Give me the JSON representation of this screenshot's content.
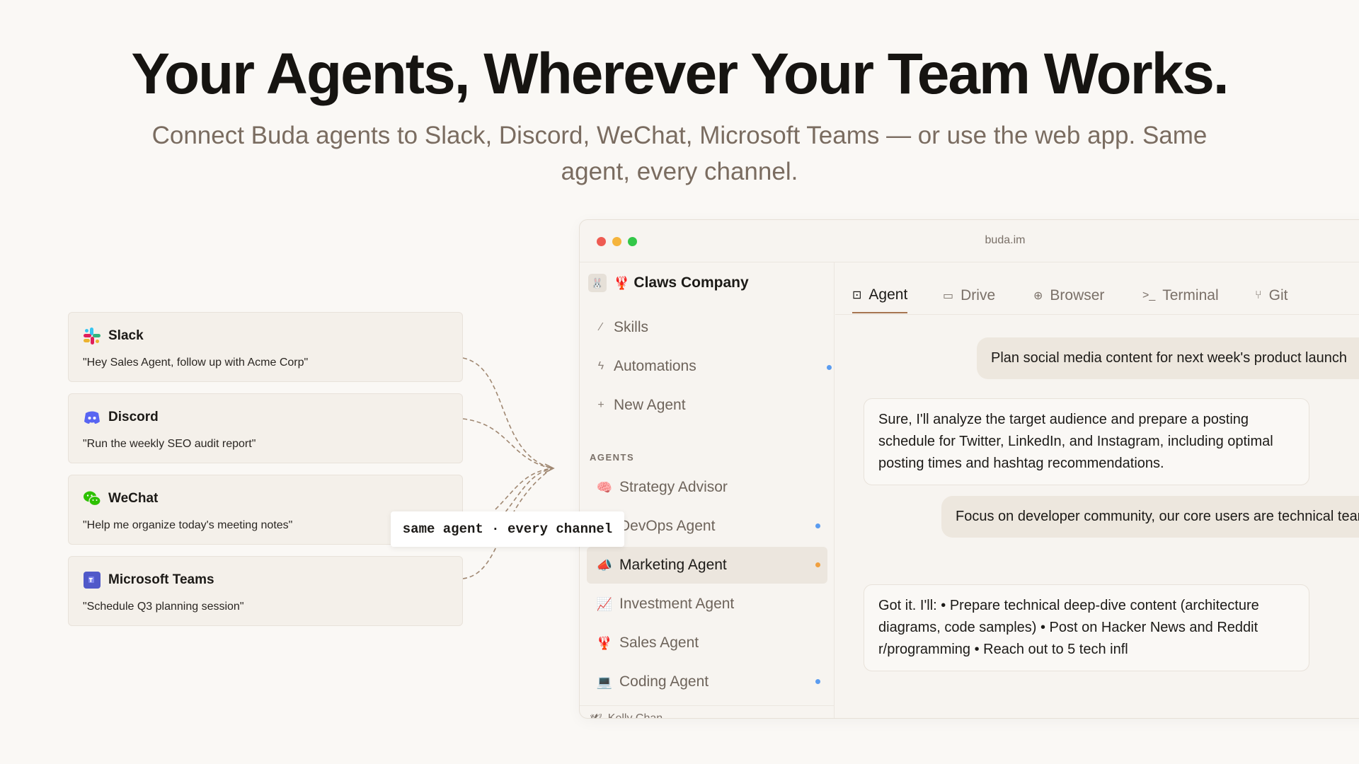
{
  "hero": {
    "title": "Your Agents, Wherever Your Team Works.",
    "subtitle_line1": "Connect Buda agents to Slack, Discord, WeChat, Microsoft Teams — or use the web app. Same",
    "subtitle_line2": "agent, every channel."
  },
  "channels": [
    {
      "name": "Slack",
      "message": "\"Hey Sales Agent, follow up with Acme Corp\"",
      "icon": "slack-icon"
    },
    {
      "name": "Discord",
      "message": "\"Run the weekly SEO audit report\"",
      "icon": "discord-icon"
    },
    {
      "name": "WeChat",
      "message": "\"Help me organize today's meeting notes\"",
      "icon": "wechat-icon"
    },
    {
      "name": "Microsoft Teams",
      "message": "\"Schedule Q3 planning session\"",
      "icon": "teams-icon"
    }
  ],
  "badge": {
    "text": "same agent · every channel"
  },
  "window": {
    "url": "buda.im",
    "org": {
      "emoji": "🦞",
      "name": "Claws Company"
    },
    "nav": [
      {
        "label": "Skills",
        "icon": "wand-icon"
      },
      {
        "label": "Automations",
        "icon": "lightning-icon"
      },
      {
        "label": "New Agent",
        "icon": "plus-icon"
      }
    ],
    "agents_label": "AGENTS",
    "agents": [
      {
        "emoji": "🧠",
        "label": "Strategy Advisor"
      },
      {
        "emoji": "⚙",
        "label": "DevOps Agent"
      },
      {
        "emoji": "📣",
        "label": "Marketing Agent"
      },
      {
        "emoji": "📈",
        "label": "Investment Agent"
      },
      {
        "emoji": "🦞",
        "label": "Sales Agent"
      },
      {
        "emoji": "💻",
        "label": "Coding Agent"
      }
    ],
    "user": {
      "name": "Kelly Chan"
    },
    "tabs": [
      {
        "label": "Agent",
        "icon": "robot-icon"
      },
      {
        "label": "Drive",
        "icon": "folder-icon"
      },
      {
        "label": "Browser",
        "icon": "globe-icon"
      },
      {
        "label": "Terminal",
        "icon": "terminal-icon"
      },
      {
        "label": "Git",
        "icon": "git-branch-icon"
      }
    ],
    "messages": [
      {
        "role": "user",
        "text": "Plan social media content for next week's product launch"
      },
      {
        "role": "agent",
        "text": "Sure, I'll analyze the target audience and prepare a posting schedule for Twitter, LinkedIn, and Instagram, including optimal posting times and hashtag recommendations."
      },
      {
        "role": "user",
        "text": "Focus on developer community, our core users are technical teams"
      },
      {
        "role": "agent",
        "text": "Got it. I'll: • Prepare technical deep-dive content (architecture diagrams, code samples) • Post on Hacker News and Reddit r/programming • Reach out to 5 tech infl"
      }
    ]
  },
  "colors": {
    "background": "#faf8f5",
    "accent": "#a67550",
    "dot_red": "#ee5b52",
    "dot_yellow": "#f5b43c",
    "dot_green": "#33c748",
    "status_blue": "#5b9cf0",
    "status_orange": "#f0a040"
  }
}
